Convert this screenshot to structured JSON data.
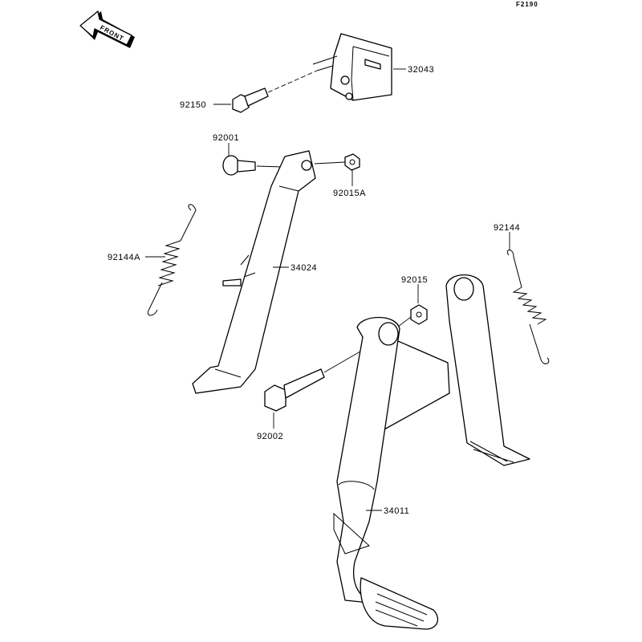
{
  "diagram_code": "F2190",
  "front_arrow_label": "FRONT",
  "parts": {
    "bracket": "32043",
    "bracket_bolt": "92150",
    "side_stand_bolt": "92001",
    "side_stand_nut": "92015A",
    "side_stand_spring": "92144A",
    "side_stand": "34024",
    "main_stand_spring": "92144",
    "main_stand_nut": "92015",
    "main_stand_bolt": "92002",
    "main_stand": "34011"
  }
}
